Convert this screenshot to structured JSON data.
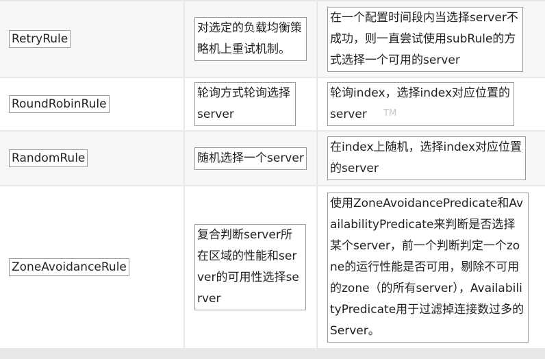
{
  "rules": [
    {
      "name": "RetryRule",
      "description": "对选定的负载均衡策略机上重试机制。",
      "detail": "在一个配置时间段内当选择server不成功，则一直尝试使用subRule的方式选择一个可用的server"
    },
    {
      "name": "RoundRobinRule",
      "description": "轮询方式轮询选择server",
      "detail": "轮询index，选择index对应位置的server"
    },
    {
      "name": "RandomRule",
      "description": "随机选择一个server",
      "detail": "在index上随机，选择index对应位置的server"
    },
    {
      "name": "ZoneAvoidanceRule",
      "description": "复合判断server所在区域的性能和server的可用性选择server",
      "detail": "使用ZoneAvoidancePredicate和AvailabilityPredicate来判断是否选择某个server，前一个判断判定一个zone的运行性能是否可用，剔除不可用的zone（的所有server），AvailabilityPredicate用于过滤掉连接数过多的Server。"
    }
  ],
  "watermark": {
    "tm": "TM"
  }
}
